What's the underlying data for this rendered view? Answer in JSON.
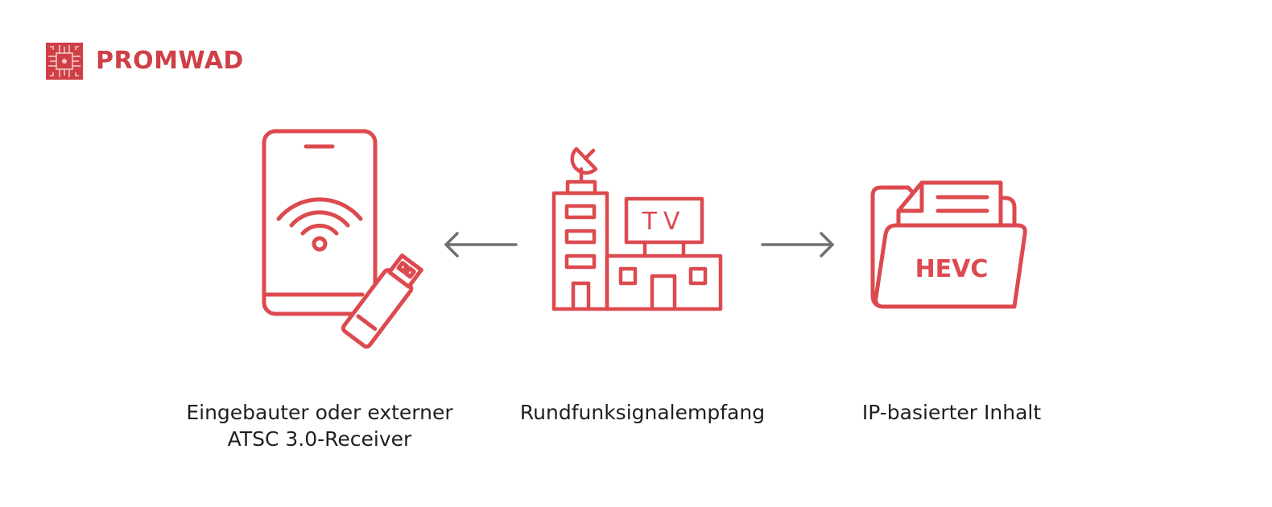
{
  "brand": {
    "name": "PROMWAD",
    "color": "#cf3f45",
    "logo_icon": "circuit-chip-icon"
  },
  "diagram": {
    "accent_color": "#dc4a4f",
    "arrow_color": "#707070",
    "nodes": [
      {
        "id": "receiver",
        "icon": "smartphone-wifi-usb-icon",
        "caption_lines": [
          "Eingebauter oder externer",
          "ATSC 3.0-Receiver"
        ]
      },
      {
        "id": "broadcast",
        "icon": "tv-station-building-icon",
        "sign_text": "TV",
        "caption_lines": [
          "Rundfunksignalempfang"
        ]
      },
      {
        "id": "content",
        "icon": "hevc-folder-icon",
        "folder_text": "HEVC",
        "caption_lines": [
          "IP-basierter Inhalt"
        ]
      }
    ],
    "edges": [
      {
        "from": "broadcast",
        "to": "receiver",
        "direction": "left"
      },
      {
        "from": "broadcast",
        "to": "content",
        "direction": "right"
      }
    ]
  }
}
